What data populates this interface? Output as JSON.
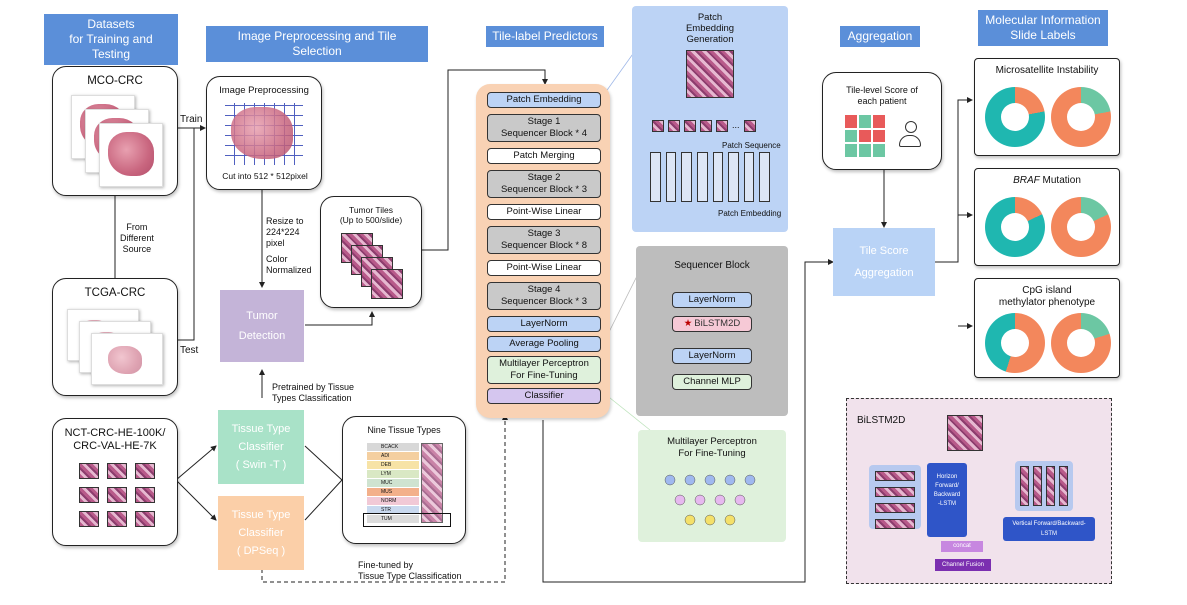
{
  "headers": {
    "datasets": "Datasets\nfor Training and Testing",
    "preprocessing": "Image Preprocessing and Tile Selection",
    "predictors": "Tile-label Predictors",
    "aggregation": "Aggregation",
    "molecular": "Molecular Information\nSlide Labels"
  },
  "datasets": {
    "mco": "MCO-CRC",
    "tcga": "TCGA-CRC",
    "nct": "NCT-CRC-HE-100K/\nCRC-VAL-HE-7K",
    "from_source": "From\nDifferent\nSource",
    "train": "Train",
    "test": "Test"
  },
  "preprocessing": {
    "title": "Image Preprocessing",
    "cut": "Cut into 512 * 512pixel",
    "resize": "Resize to\n224*224\npixel",
    "color": "Color\nNormalized",
    "tumor_tiles": "Tumor Tiles\n(Up to 500/slide)",
    "tumor_detection": "Tumor\nDetection",
    "pretrained": "Pretrained by Tissue\nTypes Classification",
    "classifier_swin": "Tissue Type\nClassifier\n( Swin -T )",
    "classifier_dpseq": "Tissue Type\nClassifier\n( DPSeq )",
    "nine_types": "Nine Tissue Types",
    "tissue_types": [
      "BCACK",
      "ADI",
      "DEB",
      "LYM",
      "MUC",
      "MUS",
      "NORM",
      "STR",
      "TUM"
    ],
    "tissue_colors": [
      "#d8d8d8",
      "#f4cfa0",
      "#f7e3a6",
      "#d9e8c4",
      "#cfe3d0",
      "#f3b08a",
      "#f1c9d6",
      "#c9d9ef",
      "#dcdcdc"
    ],
    "finetuned": "Fine-tuned by\nTissue Type Classification"
  },
  "predictor_stack": [
    {
      "label": "Patch Embedding",
      "style": "blue"
    },
    {
      "label": "Stage 1\nSequencer Block * 4",
      "style": "grey"
    },
    {
      "label": "Patch Merging",
      "style": "white"
    },
    {
      "label": "Stage 2\nSequencer Block * 3",
      "style": "grey"
    },
    {
      "label": "Point-Wise Linear",
      "style": "white"
    },
    {
      "label": "Stage 3\nSequencer Block * 8",
      "style": "grey"
    },
    {
      "label": "Point-Wise Linear",
      "style": "white"
    },
    {
      "label": "Stage 4\nSequencer Block * 3",
      "style": "grey"
    },
    {
      "label": "LayerNorm",
      "style": "blue"
    },
    {
      "label": "Average Pooling",
      "style": "blue"
    },
    {
      "label": "Multilayer Perceptron\nFor Fine-Tuning",
      "style": "green"
    },
    {
      "label": "Classifier",
      "style": "purple"
    }
  ],
  "patch_embedding": {
    "title": "Patch\nEmbedding\nGeneration",
    "patch_sequence": "Patch Sequence",
    "patch_embedding": "Patch Embedding"
  },
  "sequencer_block": {
    "title": "Sequencer Block",
    "layernorm1": "LayerNorm",
    "bilstm": "BiLSTM2D",
    "layernorm2": "LayerNorm",
    "channel_mlp": "Channel MLP"
  },
  "mlp_panel": {
    "title": "Multilayer Perceptron\nFor Fine-Tuning"
  },
  "aggregation": {
    "tile_score": "Tile-level Score of\neach patient",
    "score_aggregation": "Tile Score\nAggregation"
  },
  "labels": [
    {
      "title": "Microsatellite Instability",
      "italic": false
    },
    {
      "title": "BRAF",
      "suffix": " Mutation",
      "italic": true
    },
    {
      "title": "CpG island\nmethylator phenotype",
      "italic": false
    }
  ],
  "bilstm2d": {
    "title": "BiLSTM2D",
    "horizontal": "Horizon\nForward/\nBackward\n-LSTM",
    "vertical": "Vertical Forward/Backward-\nLSTM",
    "concat": "concat",
    "fusion": "Channel Fusion"
  },
  "colors": {
    "teal": "#1fb7b0",
    "orange": "#f3875c",
    "header": "#5b8fd9",
    "predictor_bg": "#f9d2b4",
    "mint": "#6cc7a3",
    "red": "#e85a5a"
  }
}
